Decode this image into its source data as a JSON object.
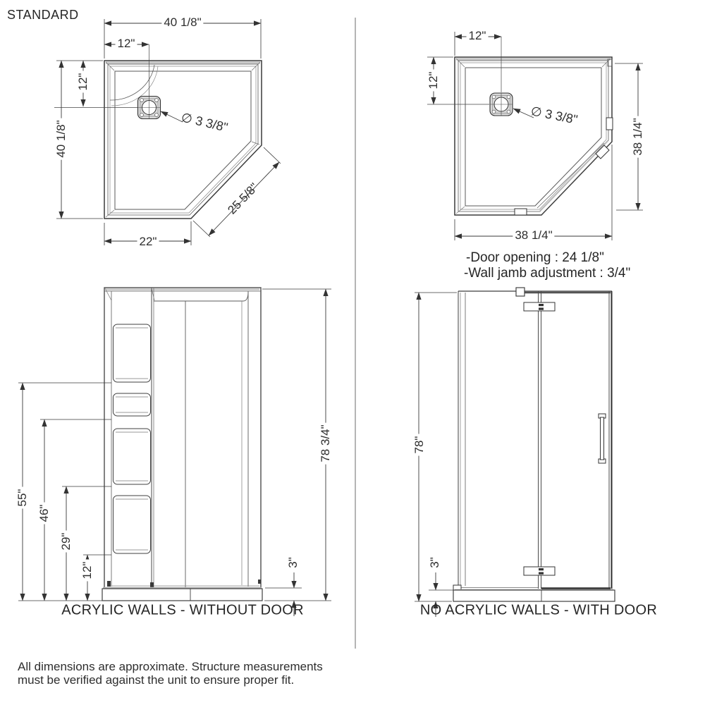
{
  "colors": {
    "line": "#3a3a3a",
    "thick_gray": "#9c9c9c",
    "drain_fill": "#d9d9d9",
    "divider": "#b5b5b5",
    "text": "#2e2e2e"
  },
  "header": {
    "label": "STANDARD"
  },
  "views": {
    "base_plan": {
      "title": "base top view without door",
      "dims": {
        "width_top": "40 1/8\"",
        "drain_offset_x": "12\"",
        "drain_offset_y": "12\"",
        "height_left": "40 1/8\"",
        "drain_diameter": "∅ 3 3/8\"",
        "diagonal": "25 5/8\"",
        "bottom_wall": "22\""
      }
    },
    "base_plan_door": {
      "title": "base top view with door",
      "dims": {
        "drain_offset_x": "12\"",
        "drain_offset_y": "12\"",
        "drain_diameter": "∅ 3 3/8\"",
        "height_right": "38 1/4\"",
        "width_bottom": "38 1/4\""
      },
      "notes": {
        "door_opening": "-Door opening : 24 1/8\"",
        "wall_jamb": "-Wall jamb adjustment : 3/4\""
      }
    },
    "walls_front": {
      "caption": "ACRYLIC WALLS - WITHOUT DOOR",
      "dims": {
        "shelf_55": "55\"",
        "shelf_46": "46\"",
        "shelf_29": "29\"",
        "shelf_12": "12\"",
        "total_height": "78 3/4\"",
        "base_height": "3\""
      }
    },
    "door_front": {
      "caption": "NO ACRYLIC WALLS - WITH DOOR",
      "dims": {
        "total_height": "78\"",
        "base_height": "3\""
      }
    }
  },
  "footer_note": {
    "line1": "All dimensions are approximate. Structure measurements",
    "line2": "must be verified against the unit to ensure proper fit."
  }
}
